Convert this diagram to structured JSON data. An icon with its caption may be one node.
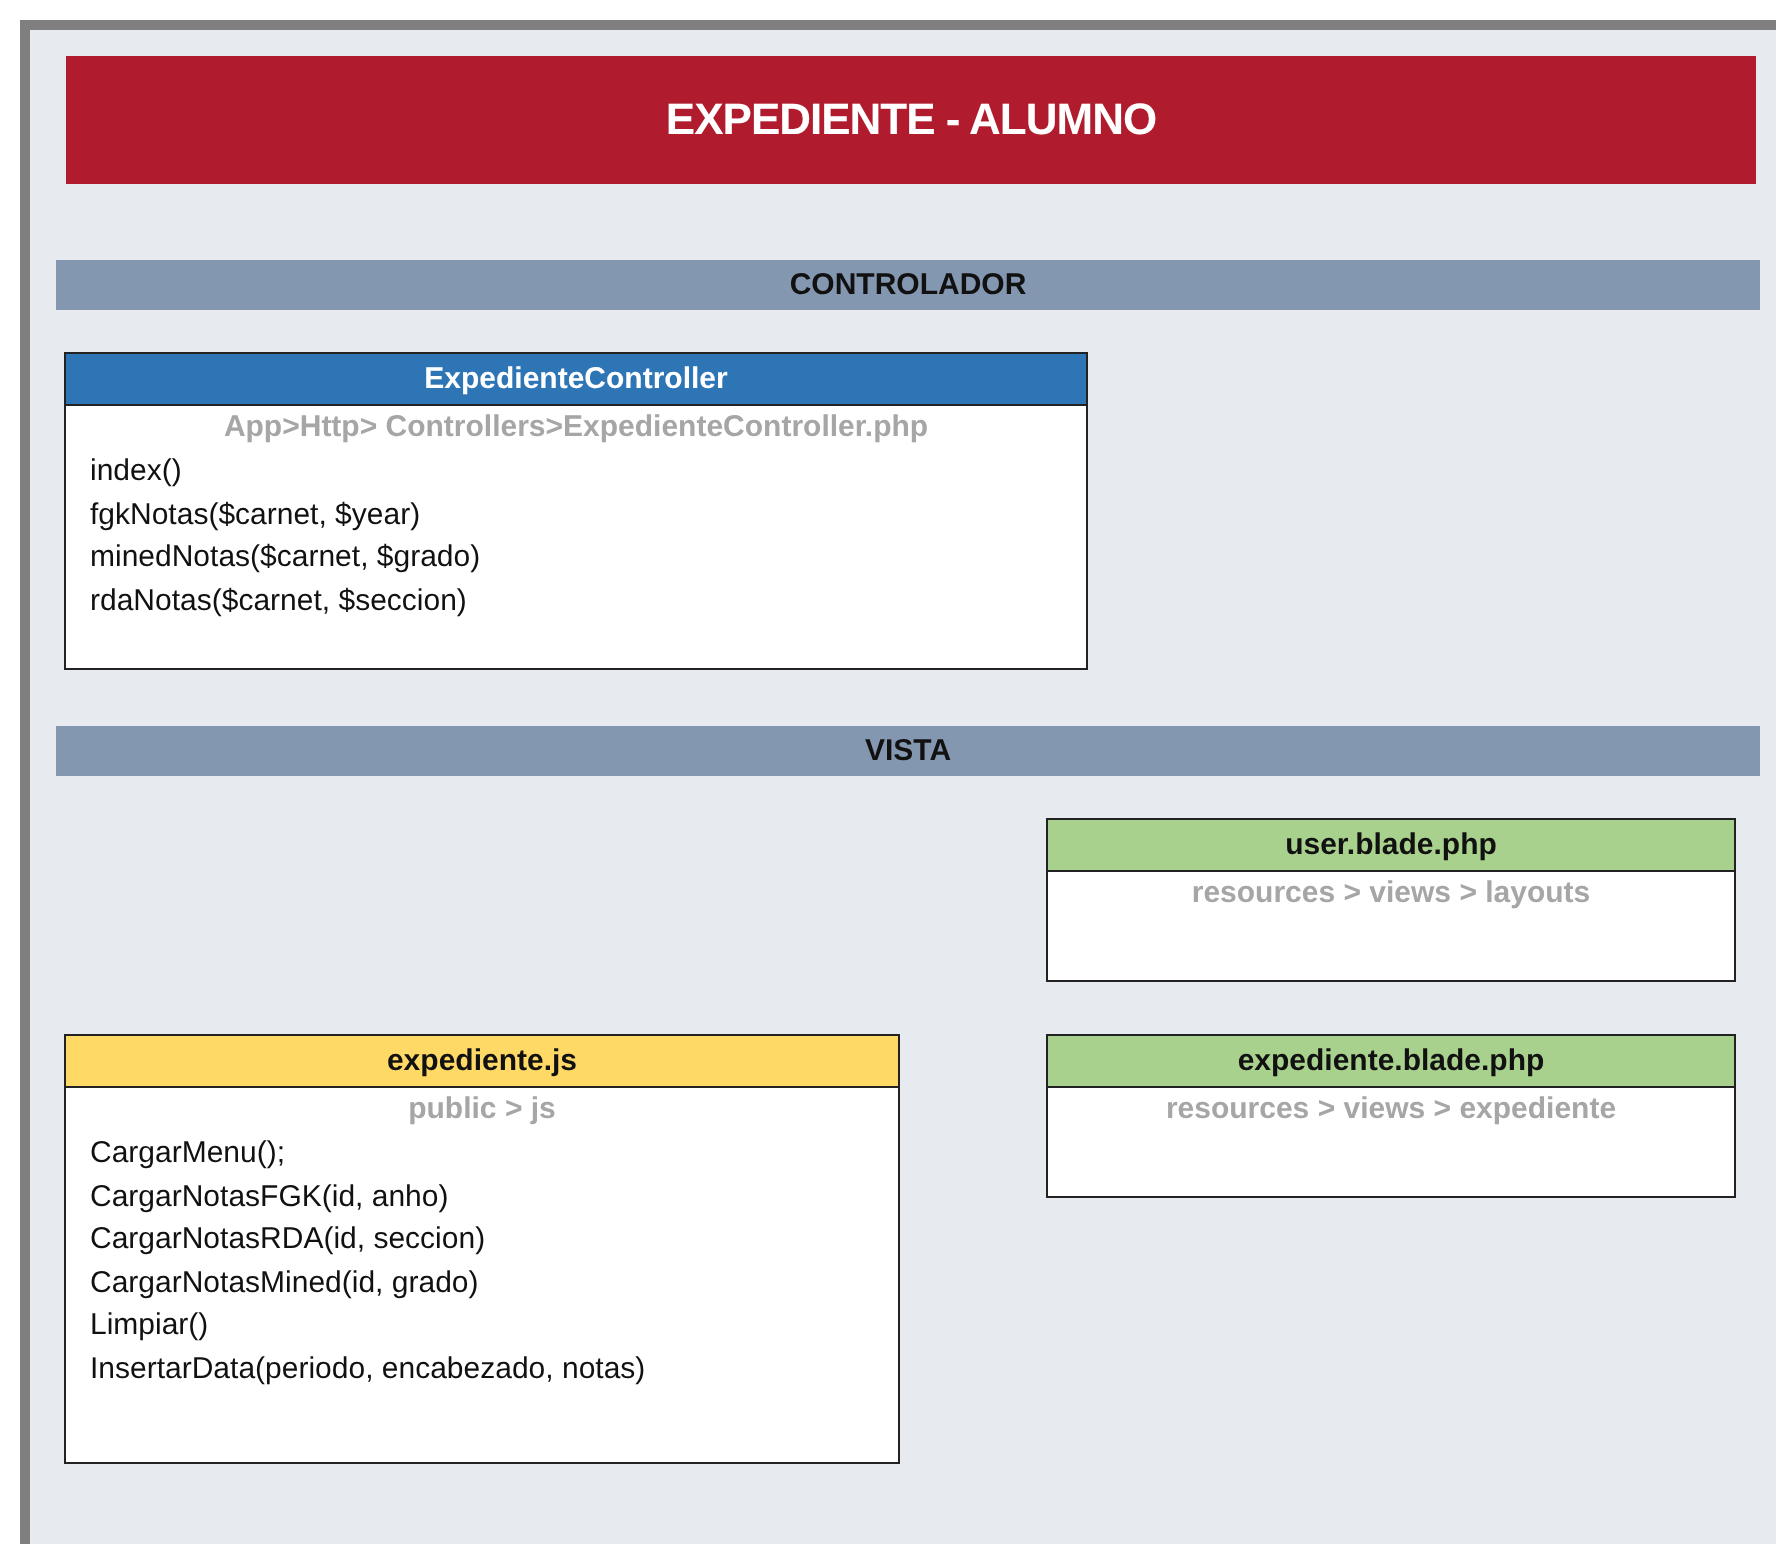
{
  "diagram": {
    "title": "EXPEDIENTE - ALUMNO",
    "nodes": [
      {
        "text": [
          "CONTROLADOR"
        ]
      },
      {
        "text": [
          "ExpedienteController",
          "App>Http> Controllers>ExpedienteController.php",
          "index()",
          "fgkNotas($carnet, $year)",
          "minedNotas($carnet, $grado)",
          "rdaNotas($carnet, $seccion)"
        ]
      },
      {
        "text": [
          "VISTA"
        ]
      },
      {
        "text": [
          "user.blade.php",
          "resources > views > layouts"
        ]
      },
      {
        "text": [
          "expediente.js",
          "public > js",
          "CargarMenu();",
          "CargarNotasFGK(id, anho)",
          "CargarNotasRDA(id, seccion)",
          "CargarNotasMined(id, grado)",
          "Limpiar()",
          "InsertarData(periodo, encabezado, notas)"
        ]
      },
      {
        "text": [
          "expediente.blade.php",
          "resources > views > expediente"
        ]
      }
    ]
  }
}
